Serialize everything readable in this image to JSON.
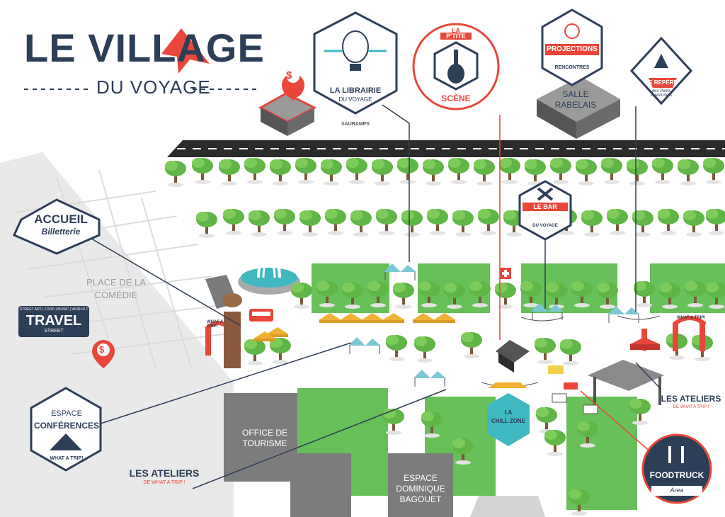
{
  "title": {
    "main": "LE VILLAGE",
    "sub": "DU VOYAGE"
  },
  "places": {
    "place_comedie": "PLACE DE LA COMÉDIE",
    "office_tourisme": "OFFICE DE TOURISME",
    "espace_bagouet": "ESPACE DOMINIQUE BAGOUET",
    "salle_rabelais": "SALLE RABELAIS"
  },
  "badges": {
    "accueil": {
      "line1": "ACCUEIL",
      "line2": "Billetterie"
    },
    "travel": {
      "top": "STREET ART | FOOD | MUSIC | WORLD CULTURE",
      "main": "TRAVEL",
      "sub": "STREET"
    },
    "conferences": {
      "line1": "ESPACE",
      "line2": "CONFÉRENCES",
      "line3": "WHAT A TRIP!"
    },
    "librairie": {
      "line1": "LA LIBRAIRIE",
      "line2": "DU VOYAGE",
      "line3": "SAURAMPS"
    },
    "scene": {
      "line1": "LA",
      "line2": "P'TITE",
      "line3": "SCÈNE"
    },
    "projections": {
      "line1": "PROJECTIONS",
      "line2": "RENCONTRES"
    },
    "repere": {
      "line1": "LE REPÈRE",
      "line2": "des Petits Aventuriers"
    },
    "bar": {
      "line1": "LE BAR",
      "line2": "DU VOYAGE"
    },
    "ateliers_left": {
      "line1": "LES ATELIERS",
      "line2": "DE WHAT A TRIP !"
    },
    "ateliers_right": {
      "line1": "LES ATELIERS",
      "line2": "DE WHAT A TRIP !"
    },
    "foodtruck": {
      "line1": "FOODTRUCK",
      "line2": "Area"
    },
    "chill": {
      "line1": "LA",
      "line2": "CHILL ZONE"
    },
    "whatatrip_arch": "WHAT A TRIP!"
  },
  "icons": {
    "dollar_pin": "$",
    "accent": "#e8473a",
    "navy": "#2d3e57",
    "teal": "#3fb8c0",
    "green": "#57b947",
    "tree": "#6abf4b"
  }
}
